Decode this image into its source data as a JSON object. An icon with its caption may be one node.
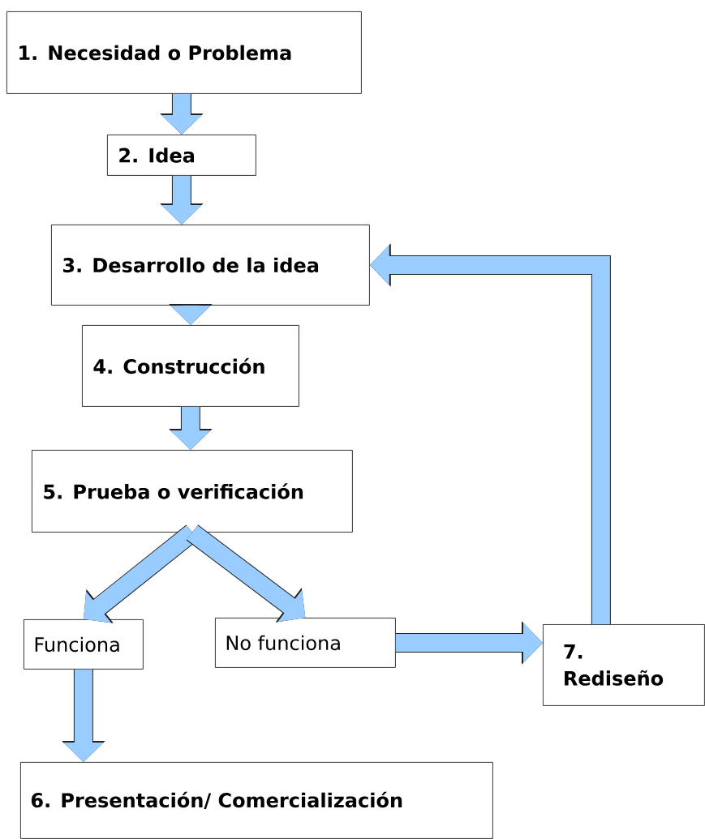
{
  "diagram": {
    "nodes": [
      {
        "text": [
          "1. Necesidad o Problema"
        ]
      },
      {
        "text": [
          "2. Idea"
        ]
      },
      {
        "text": [
          "3. Desarrollo de la idea"
        ]
      },
      {
        "text": [
          "4. Construcción"
        ]
      },
      {
        "text": [
          "5. Prueba o verificación"
        ]
      },
      {
        "text": [
          "Funciona"
        ]
      },
      {
        "text": [
          "No funciona"
        ]
      },
      {
        "text": [
          "7. Rediseño"
        ]
      },
      {
        "text": [
          "6. Presentación/ Comercialización"
        ]
      }
    ],
    "edges": [
      {
        "from": 0,
        "to": 1,
        "arrow": "to"
      },
      {
        "from": 1,
        "to": 2,
        "arrow": "to"
      },
      {
        "from": 2,
        "to": 3,
        "arrow": "to"
      },
      {
        "from": 3,
        "to": 4,
        "arrow": "to"
      },
      {
        "from": 4,
        "to": 5,
        "arrow": "to"
      },
      {
        "from": 4,
        "to": 6,
        "arrow": "to"
      },
      {
        "from": 5,
        "to": 8,
        "arrow": "to"
      },
      {
        "from": 6,
        "to": 7,
        "arrow": "to"
      },
      {
        "from": 7,
        "to": 2,
        "arrow": "to"
      }
    ]
  }
}
